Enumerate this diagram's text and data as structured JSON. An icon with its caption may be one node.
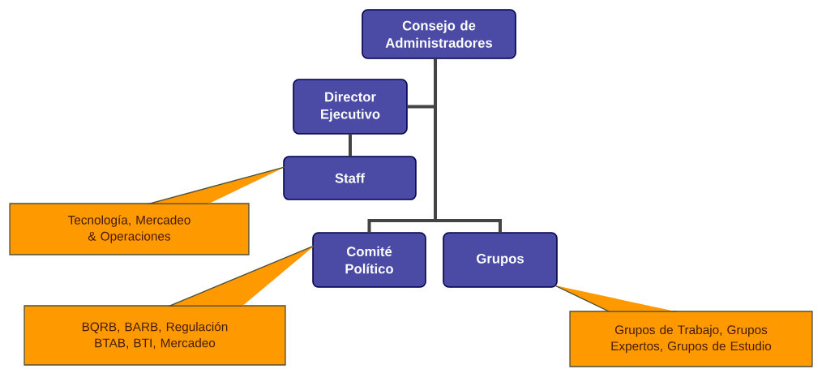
{
  "diagram": {
    "nodes": [
      {
        "text": [
          "Consejo de Administradores"
        ]
      },
      {
        "text": [
          "Director Ejecutivo"
        ]
      },
      {
        "text": [
          "Staff"
        ]
      },
      {
        "text": [
          "Comité Político"
        ]
      },
      {
        "text": [
          "Grupos"
        ]
      },
      {
        "text": [
          "Tecnología, Mercadeo & Operaciones"
        ]
      },
      {
        "text": [
          "BQRB, BARB, Regulación BTAB, BTI, Mercadeo"
        ]
      },
      {
        "text": [
          "Grupos de Trabajo, Grupos Expertos, Grupos de Estudio"
        ]
      }
    ],
    "edges": [
      {
        "from": 0,
        "to": 1,
        "arrow": "none"
      },
      {
        "from": 1,
        "to": 2,
        "arrow": "none"
      },
      {
        "from": 0,
        "to": 3,
        "arrow": "none"
      },
      {
        "from": 0,
        "to": 4,
        "arrow": "none"
      },
      {
        "from": 5,
        "to": 2,
        "arrow": "none"
      },
      {
        "from": 6,
        "to": 3,
        "arrow": "none"
      },
      {
        "from": 7,
        "to": 4,
        "arrow": "none"
      }
    ]
  }
}
